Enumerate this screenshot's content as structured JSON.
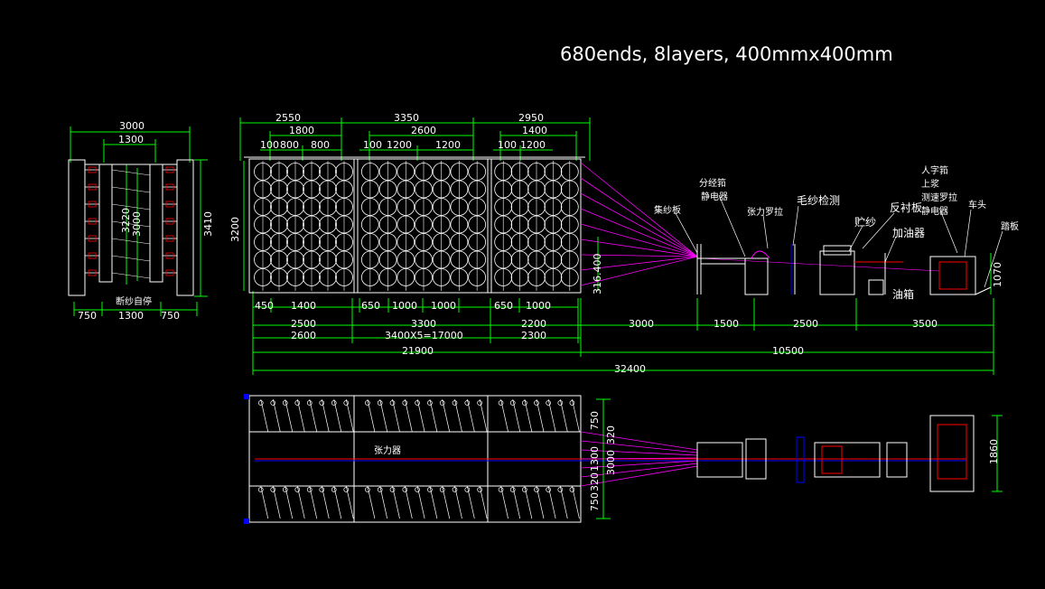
{
  "title": "680ends, 8layers, 400mmx400mm",
  "colors": {
    "background": "#000000",
    "dimension": "#00ff00",
    "frame": "#ffffff",
    "yarn": "#ff00ff",
    "axis_red": "#ff0000",
    "axis_blue": "#0000ff",
    "text": "#ffffff"
  },
  "left_view": {
    "dims": {
      "top_width": "3000",
      "inner_width": "1300",
      "height_a": "3220",
      "height_b": "3000",
      "height_c": "3410",
      "bottom_left": "750",
      "bottom_mid": "1300",
      "bottom_right": "750"
    },
    "label": "断纱自停"
  },
  "side_view": {
    "top_dims_row1": [
      "2550",
      "3350",
      "2950"
    ],
    "top_dims_row2": [
      "1800",
      "2600",
      "1400"
    ],
    "top_dims_row3": [
      "100",
      "800",
      "800",
      "100",
      "1200",
      "1200",
      "100",
      "1200"
    ],
    "left_height": "3200",
    "right_height": "316.400",
    "bottom_dims_row1": [
      "450",
      "1400",
      "650",
      "1000",
      "1000",
      "650",
      "1000"
    ],
    "bottom_dims_row2": [
      "2500",
      "3300",
      "2200",
      "3000",
      "1500",
      "2500",
      "3500"
    ],
    "bottom_dims_row3": [
      "2600",
      "3400X5=17000",
      "2300"
    ],
    "bottom_dims_row4": [
      "21900",
      "10500"
    ],
    "total": "32400",
    "height_right": "1070",
    "labels": {
      "collector": "集纱板",
      "divider": "分经筘",
      "static1": "静电器",
      "tension_roller": "张力罗拉",
      "hair_detect": "毛纱检测",
      "reverse": "反衬板",
      "storage": "贮纱",
      "oiler": "加油器",
      "oil_box": "油箱",
      "v_reed": "人字筘",
      "upper": "上浆",
      "measure_roller": "测速罗拉",
      "static2": "静电器",
      "head": "车头",
      "pedal": "踏板"
    }
  },
  "plan_view": {
    "label": "张力器",
    "dims": {
      "a": "750",
      "b": "320",
      "c": "1300",
      "d": "3000",
      "e": "320",
      "f": "750",
      "g": "1860"
    }
  }
}
